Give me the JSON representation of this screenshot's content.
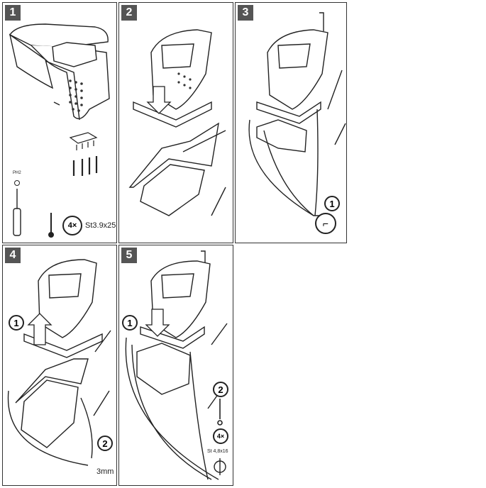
{
  "steps": [
    {
      "number": "1",
      "count_label": "4×",
      "screw_spec": "St3.9x25",
      "tool_label": "PH2"
    },
    {
      "number": "2"
    },
    {
      "number": "3",
      "callout": "1"
    },
    {
      "number": "4",
      "callout_a": "1",
      "callout_b": "2",
      "gap_label": "3mm"
    },
    {
      "number": "5",
      "callout_a": "1",
      "callout_b": "2",
      "count_label": "4×",
      "screw_spec": "St 4,8x16"
    }
  ]
}
